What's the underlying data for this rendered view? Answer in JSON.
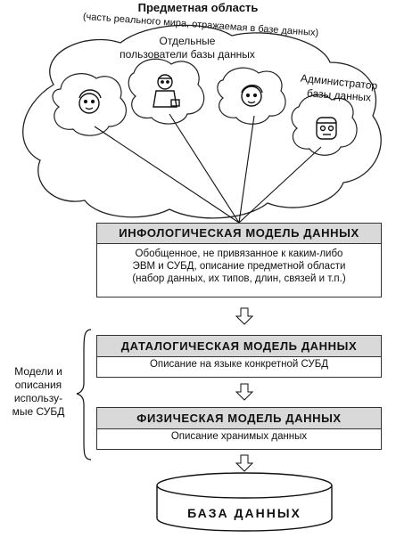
{
  "domain": {
    "title": "Предметная область",
    "subtitle": "(часть реального мира, отражаемая в базе данных)"
  },
  "users": {
    "label_line1": "Отдельные",
    "label_line2": "пользователи базы данных",
    "admin_line1": "Администратор",
    "admin_line2": "базы данных"
  },
  "infological": {
    "title": "ИНФОЛОГИЧЕСКАЯ МОДЕЛЬ ДАННЫХ",
    "desc_line1": "Обобщенное,  не привязанное к каким-либо",
    "desc_line2": "ЭВМ и СУБД, описание предметной области",
    "desc_line3": "(набор данных, их типов, длин, связей и т.п.)"
  },
  "datalogical": {
    "title": "ДАТАЛОГИЧЕСКАЯ МОДЕЛЬ ДАННЫХ",
    "desc": "Описание на языке конкретной СУБД"
  },
  "physical": {
    "title": "ФИЗИЧЕСКАЯ МОДЕЛЬ ДАННЫХ",
    "desc": "Описание хранимых данных"
  },
  "side_label": {
    "line1": "Модели и",
    "line2": "описания",
    "line3": "использу-",
    "line4": "мые СУБД"
  },
  "database": {
    "label": "БАЗА ДАННЫХ"
  }
}
